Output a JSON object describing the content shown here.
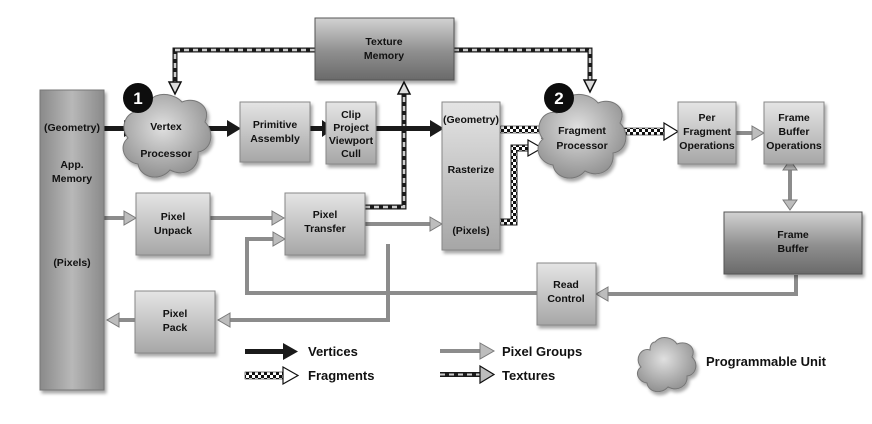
{
  "diagram": {
    "boxes": {
      "app_memory": [
        "(Geometry)",
        "App.",
        "Memory",
        "(Pixels)"
      ],
      "vertex_processor": [
        "Vertex",
        "Processor"
      ],
      "primitive_assembly": [
        "Primitive",
        "Assembly"
      ],
      "clip_project": [
        "Clip",
        "Project",
        "Viewport",
        "Cull"
      ],
      "texture_memory": [
        "Texture",
        "Memory"
      ],
      "rasterize": [
        "(Geometry)",
        "Rasterize",
        "(Pixels)"
      ],
      "fragment_processor": [
        "Fragment",
        "Processor"
      ],
      "per_fragment_operations": [
        "Per",
        "Fragment",
        "Operations"
      ],
      "frame_buffer_operations": [
        "Frame",
        "Buffer",
        "Operations"
      ],
      "frame_buffer": [
        "Frame",
        "Buffer"
      ],
      "pixel_unpack": [
        "Pixel",
        "Unpack"
      ],
      "pixel_transfer": [
        "Pixel",
        "Transfer"
      ],
      "read_control": [
        "Read",
        "Control"
      ],
      "pixel_pack": [
        "Pixel",
        "Pack"
      ]
    },
    "badges": [
      "1",
      "2"
    ],
    "legend": {
      "vertices": "Vertices",
      "fragments": "Fragments",
      "pixel_groups": "Pixel Groups",
      "textures": "Textures",
      "programmable_unit": "Programmable Unit"
    }
  }
}
